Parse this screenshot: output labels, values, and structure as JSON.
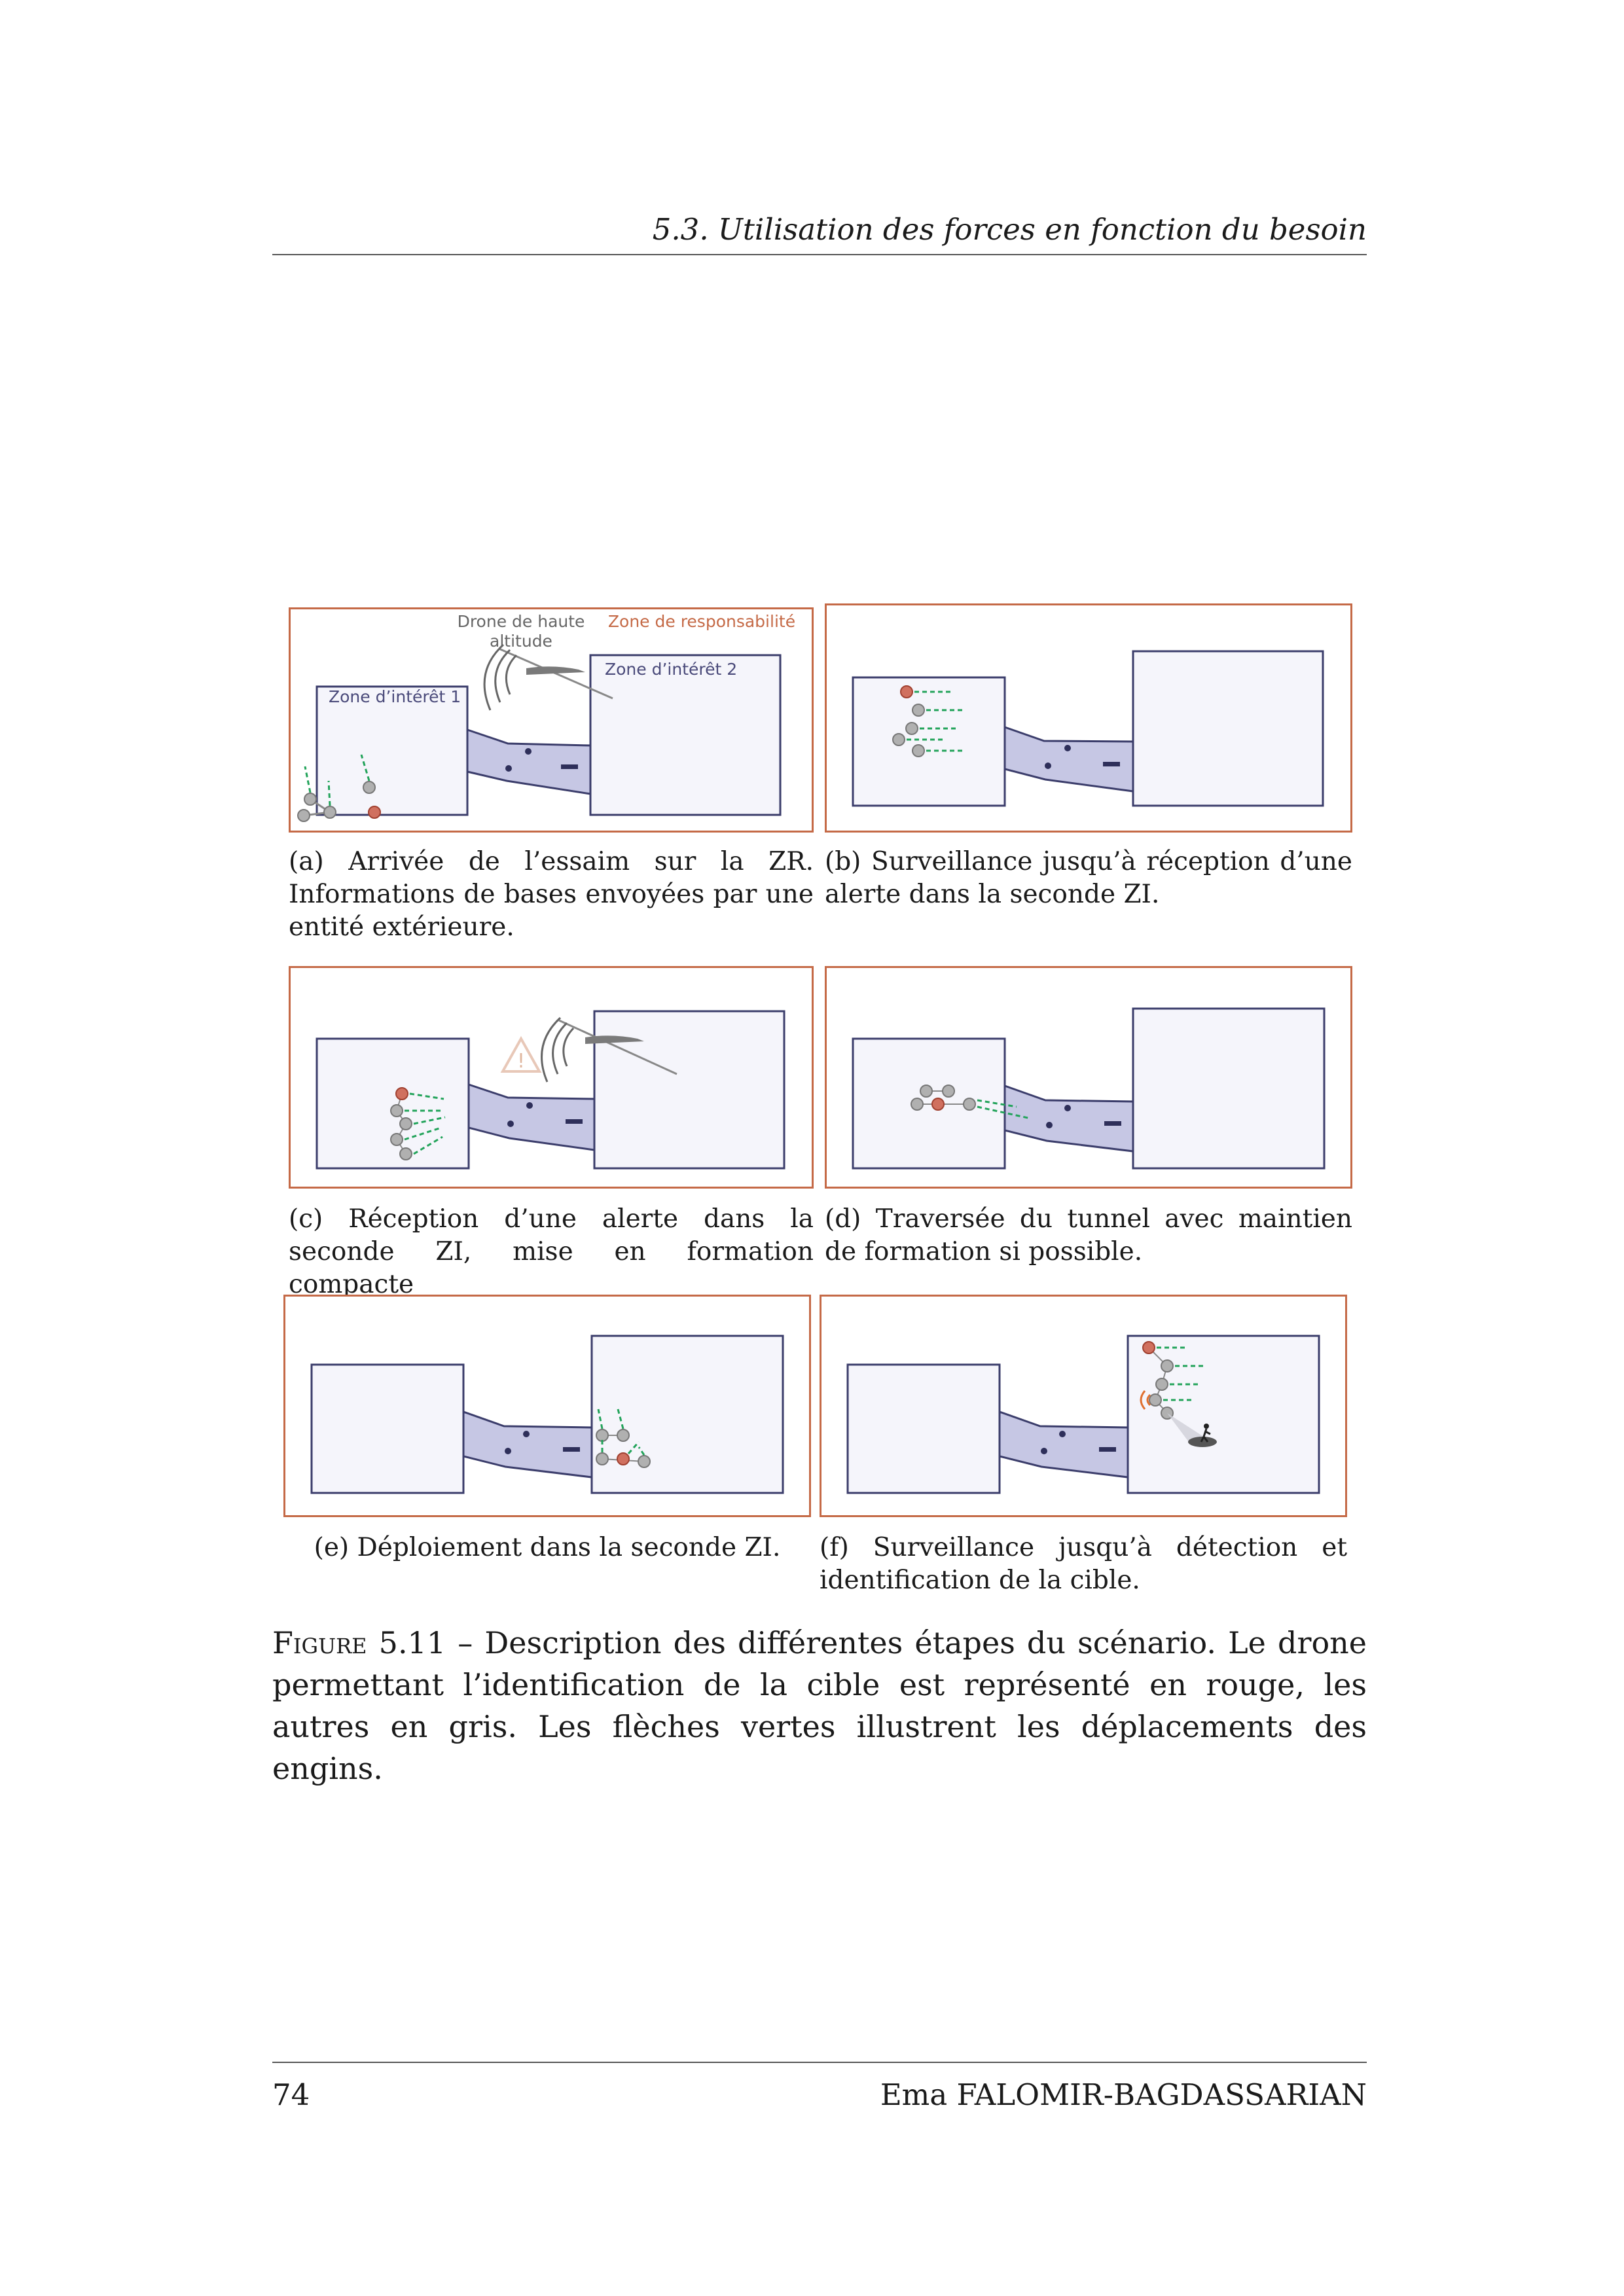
{
  "header": {
    "running_title": "5.3. Utilisation des forces en fonction du besoin"
  },
  "panels": {
    "a": {
      "label_drone": [
        "Drone de haute",
        "altitude"
      ],
      "label_zr": "Zone de responsabilité",
      "label_zi1": "Zone d’intérêt 1",
      "label_zi2": "Zone d’intérêt 2",
      "caption": "(a) Arrivée de l’essaim sur la ZR. Informations de bases envoyées par une entité extérieure."
    },
    "b": {
      "caption": "(b) Surveillance jusqu’à réception d’une alerte dans la seconde ZI."
    },
    "c": {
      "caption": "(c) Réception d’une alerte dans la seconde ZI, mise en formation compacte"
    },
    "d": {
      "caption": "(d) Traversée du tunnel avec maintien de formation si possible."
    },
    "e": {
      "caption": "(e) Déploiement dans la seconde ZI."
    },
    "f": {
      "caption": "(f) Surveillance jusqu’à détection et identification de la cible."
    }
  },
  "figure": {
    "label": "Figure 5.11",
    "text": " – Description des différentes étapes du scénario. Le drone permettant l’identification de la cible est représenté en rouge, les autres en gris. Les flèches vertes illustrent les déplacements des engins."
  },
  "footer": {
    "page_number": "74",
    "author": "Ema FALOMIR-BAGDASSARIAN"
  },
  "colors": {
    "zone_border": "#c56a47",
    "zone_fill": "#f5f5fb",
    "zone_stroke": "#3b3d6b",
    "tunnel_fill": "#c6c7e4",
    "drone_grey": "#b0b0b0",
    "drone_red": "#d0705f",
    "arrow_green": "#22a35a",
    "zr_label": "#c56a47",
    "zi_label": "#4a4a7a"
  }
}
